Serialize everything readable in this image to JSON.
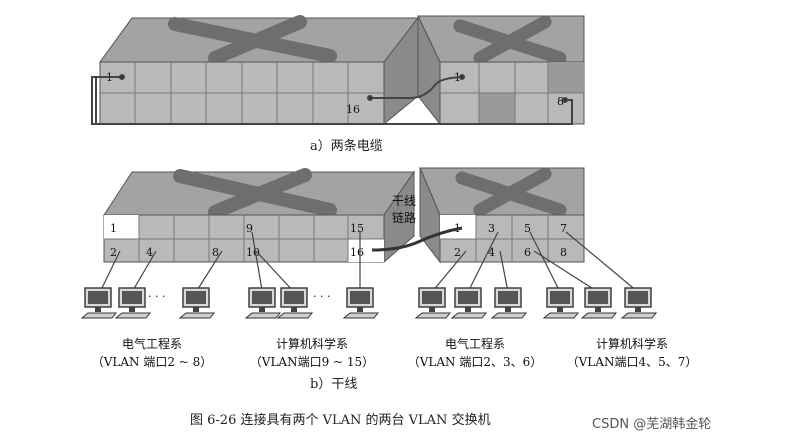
{
  "part_a": {
    "caption": "a）两条电缆",
    "switch1_ports": [
      "1",
      "16"
    ],
    "switch2_ports": [
      "1",
      "8"
    ]
  },
  "part_b": {
    "caption": "b）干线",
    "trunk_label_line1": "干线",
    "trunk_label_line2": "链路",
    "switch1_ports_top": [
      "1",
      "9",
      "15"
    ],
    "switch1_ports_bottom": [
      "2",
      "4",
      "8",
      "10",
      "16"
    ],
    "switch2_ports_top": [
      "1",
      "3",
      "5",
      "7"
    ],
    "switch2_ports_bottom": [
      "2",
      "4",
      "6",
      "8"
    ],
    "ellipsis": "· · ·",
    "groups": [
      {
        "name": "电气工程系",
        "ports": "（VLAN 端口2 ~ 8）"
      },
      {
        "name": "计算机科学系",
        "ports": "（VLAN端口9 ~ 15）"
      },
      {
        "name": "电气工程系",
        "ports": "（VLAN 端口2、3、6）"
      },
      {
        "name": "计算机科学系",
        "ports": "（VLAN端口4、5、7）"
      }
    ]
  },
  "figure_caption": "图 6-26    连接具有两个 VLAN 的两台 VLAN 交换机",
  "watermark": "CSDN @芜湖韩金轮",
  "colors": {
    "switch_top": "#a5a5a5",
    "switch_side": "#8c8c8c",
    "port_face": "#b9b9b9",
    "port_white": "#ffffff",
    "port_dark": "#8f8f8f",
    "cable": "#444444",
    "x_mark": "#6e6e6e"
  }
}
